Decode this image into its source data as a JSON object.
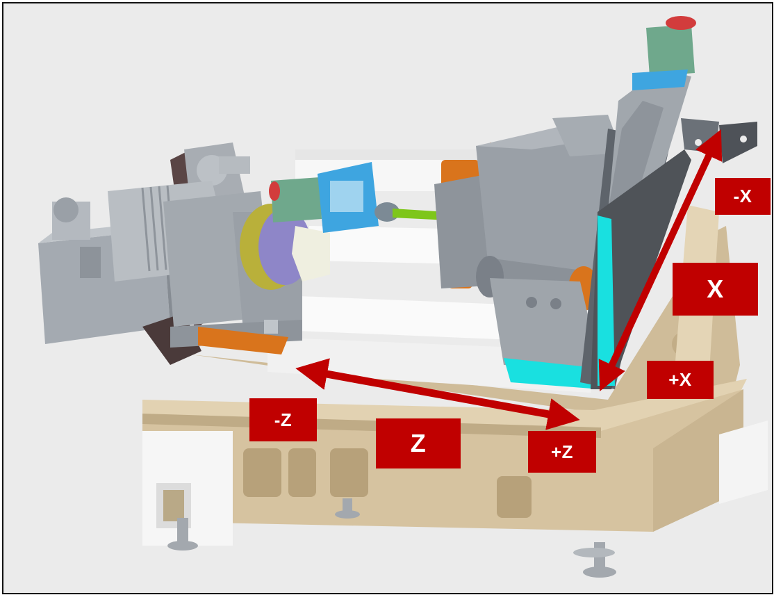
{
  "axes": {
    "x_axis": {
      "label": "X",
      "minus_label": "-X",
      "plus_label": "+X"
    },
    "z_axis": {
      "label": "Z",
      "minus_label": "-Z",
      "plus_label": "+Z"
    }
  },
  "colors": {
    "arrow": "#c00000",
    "label_bg": "#c00000",
    "label_text": "#ffffff",
    "bed": "#d8c5a2",
    "machine_gray": "#9ea4ab",
    "motor_green": "#6fa88c",
    "cyan_part": "#19e0e0",
    "orange_part": "#d9741c",
    "chuck_purple": "#8e86c8",
    "blue_bearing": "#3ea5e0"
  }
}
